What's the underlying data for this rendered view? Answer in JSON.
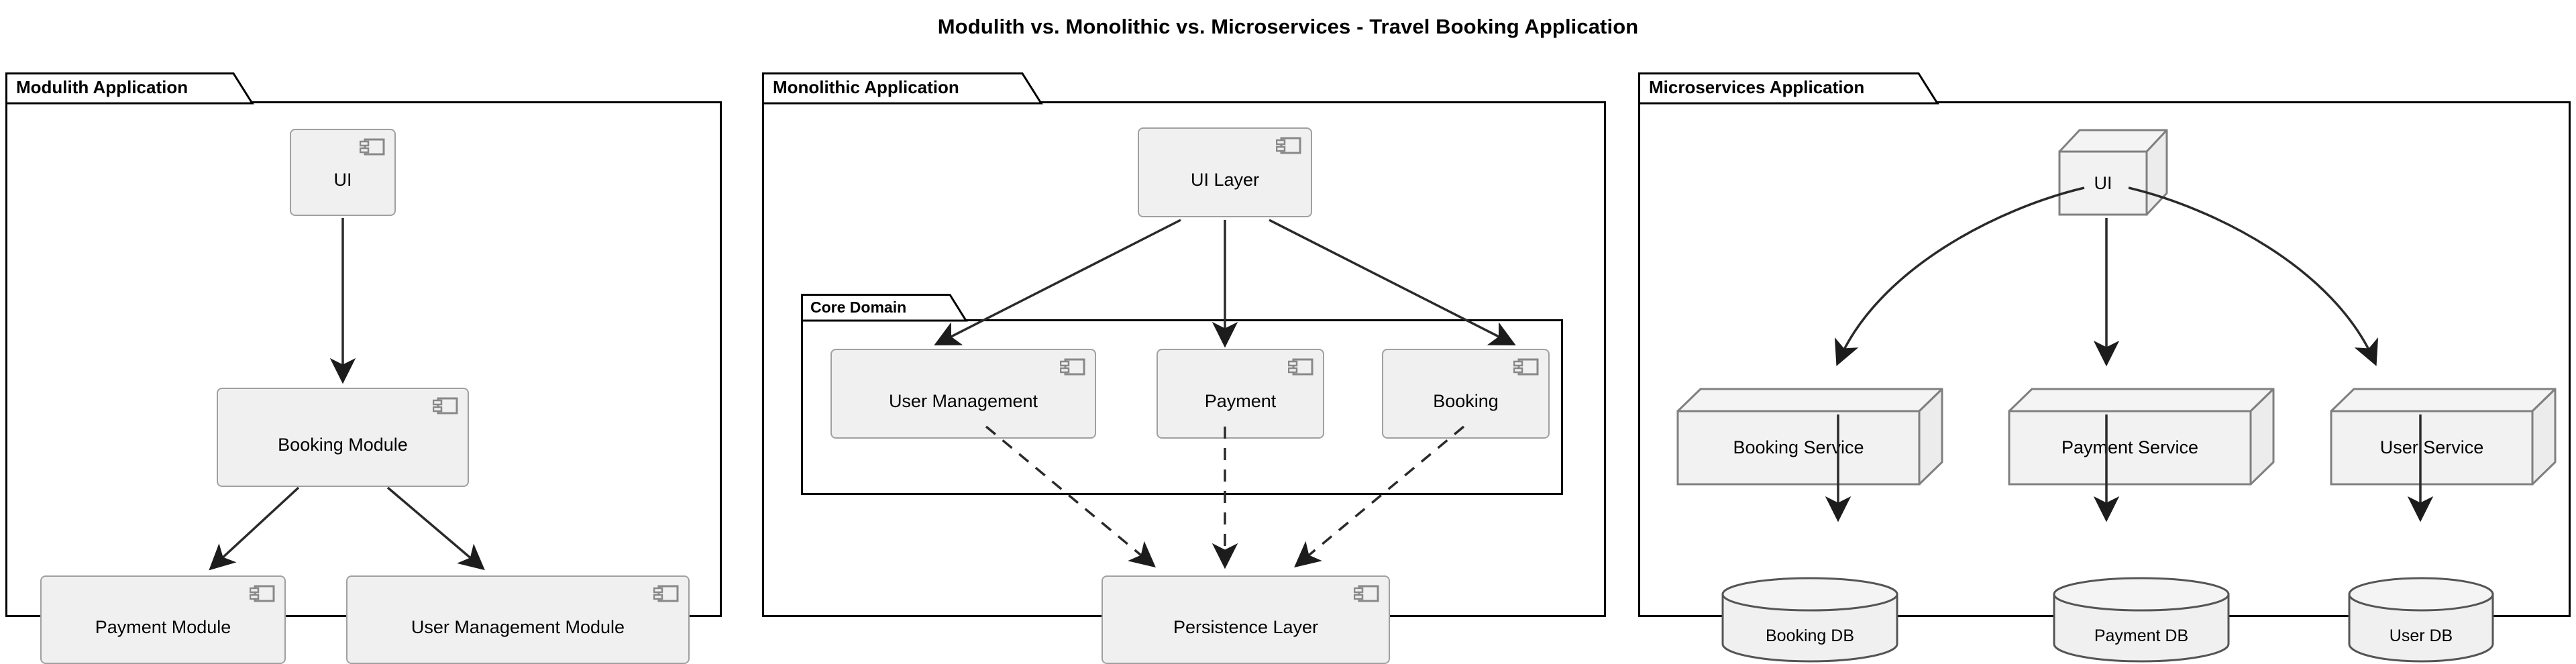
{
  "title": "Modulith vs. Monolithic vs. Microservices - Travel Booking Application",
  "panels": {
    "modulith": {
      "label": "Modulith Application",
      "components": {
        "ui": "UI",
        "booking_module": "Booking Module",
        "payment_module": "Payment Module",
        "user_management_module": "User Management Module"
      }
    },
    "monolithic": {
      "label": "Monolithic Application",
      "core_domain_label": "Core Domain",
      "components": {
        "ui_layer": "UI Layer",
        "user_management": "User Management",
        "payment": "Payment",
        "booking": "Booking",
        "persistence_layer": "Persistence Layer"
      }
    },
    "microservices": {
      "label": "Microservices Application",
      "nodes": {
        "ui": "UI",
        "booking_service": "Booking Service",
        "payment_service": "Payment Service",
        "user_service": "User Service"
      },
      "databases": {
        "booking_db": "Booking DB",
        "payment_db": "Payment DB",
        "user_db": "User DB"
      }
    }
  },
  "icons": {
    "component": "uml-component-icon",
    "node": "uml-node-3d-icon",
    "database": "uml-database-cylinder-icon"
  },
  "colors": {
    "panel_border": "#000000",
    "panel_fill": "#ffffff",
    "component_fill": "#f0f0f0",
    "component_border": "#a0a0a0",
    "node_fill": "#f0f0f0",
    "node_border": "#808080",
    "edge": "#222222",
    "text": "#000000"
  }
}
